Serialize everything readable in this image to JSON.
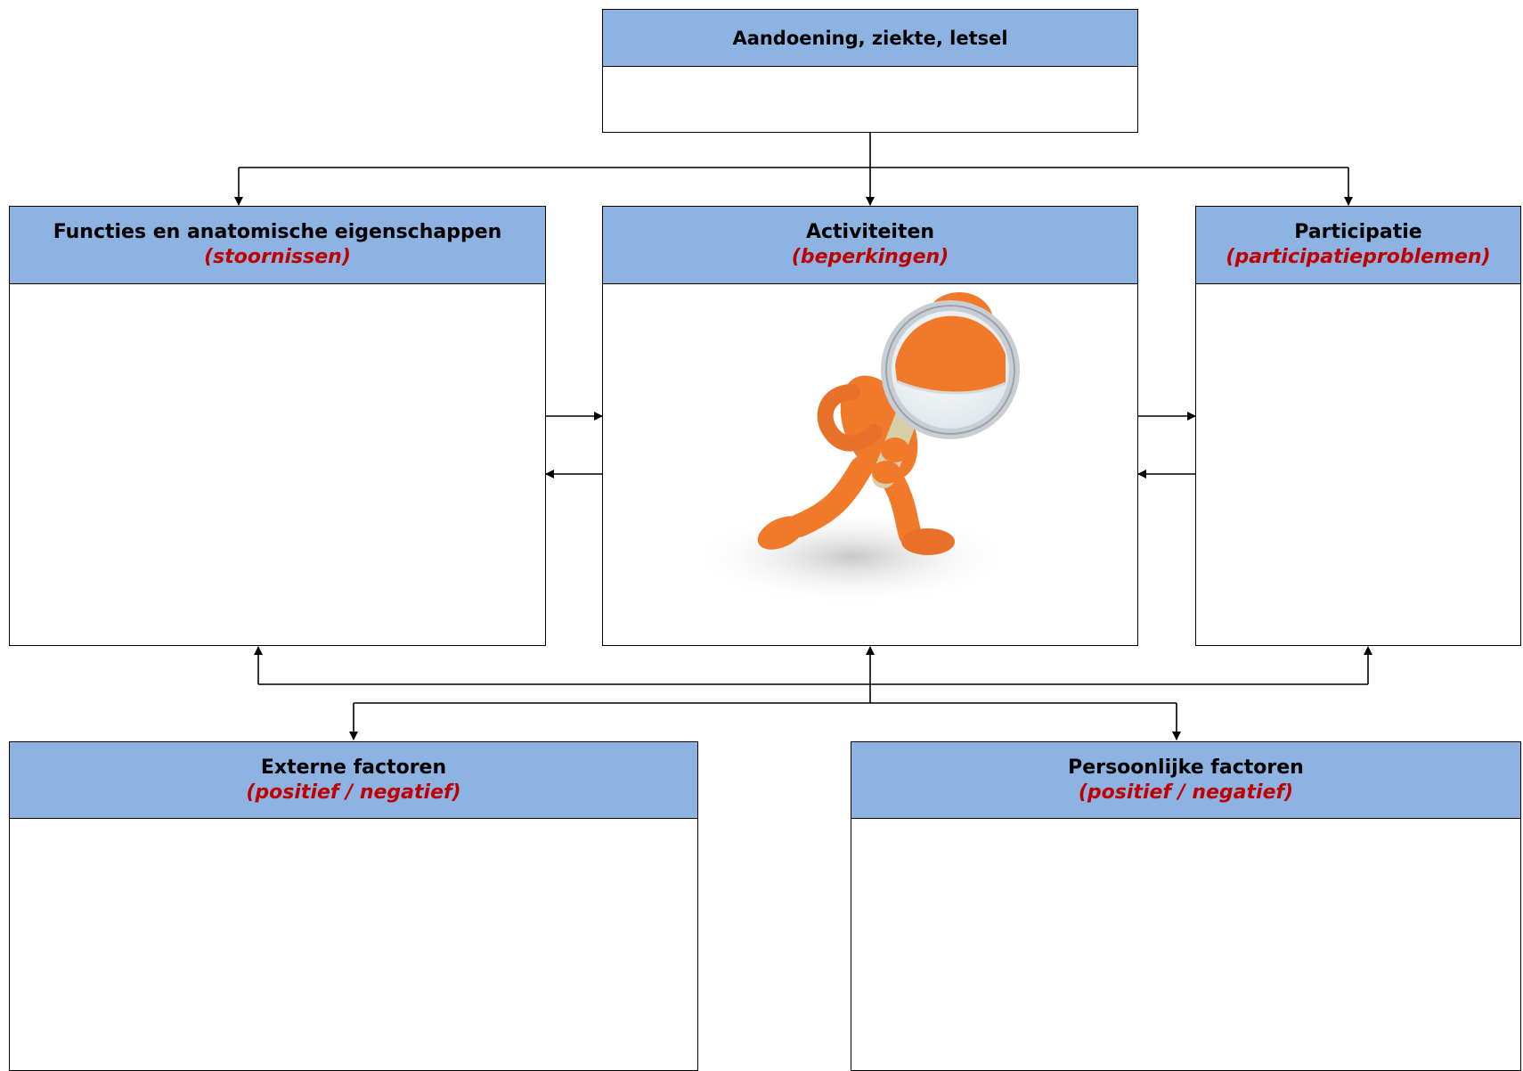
{
  "boxes": {
    "condition": {
      "title": "Aandoening, ziekte, letsel"
    },
    "functions": {
      "title": "Functies en anatomische eigenschappen",
      "subtitle": "(stoornissen)"
    },
    "activities": {
      "title": "Activiteiten",
      "subtitle": "(beperkingen)"
    },
    "participation": {
      "title": "Participatie",
      "subtitle": "(participatieproblemen)"
    },
    "external": {
      "title": "Externe factoren",
      "subtitle": "(positief / negatief)"
    },
    "personal": {
      "title": "Persoonlijke factoren",
      "subtitle": "(positief / negatief)"
    }
  },
  "illustration": {
    "icon": "figure-with-magnifying-glass-icon"
  },
  "colors": {
    "header": "#8db3e2",
    "subtitle": "#c00000",
    "figure": "#f07a2a"
  }
}
